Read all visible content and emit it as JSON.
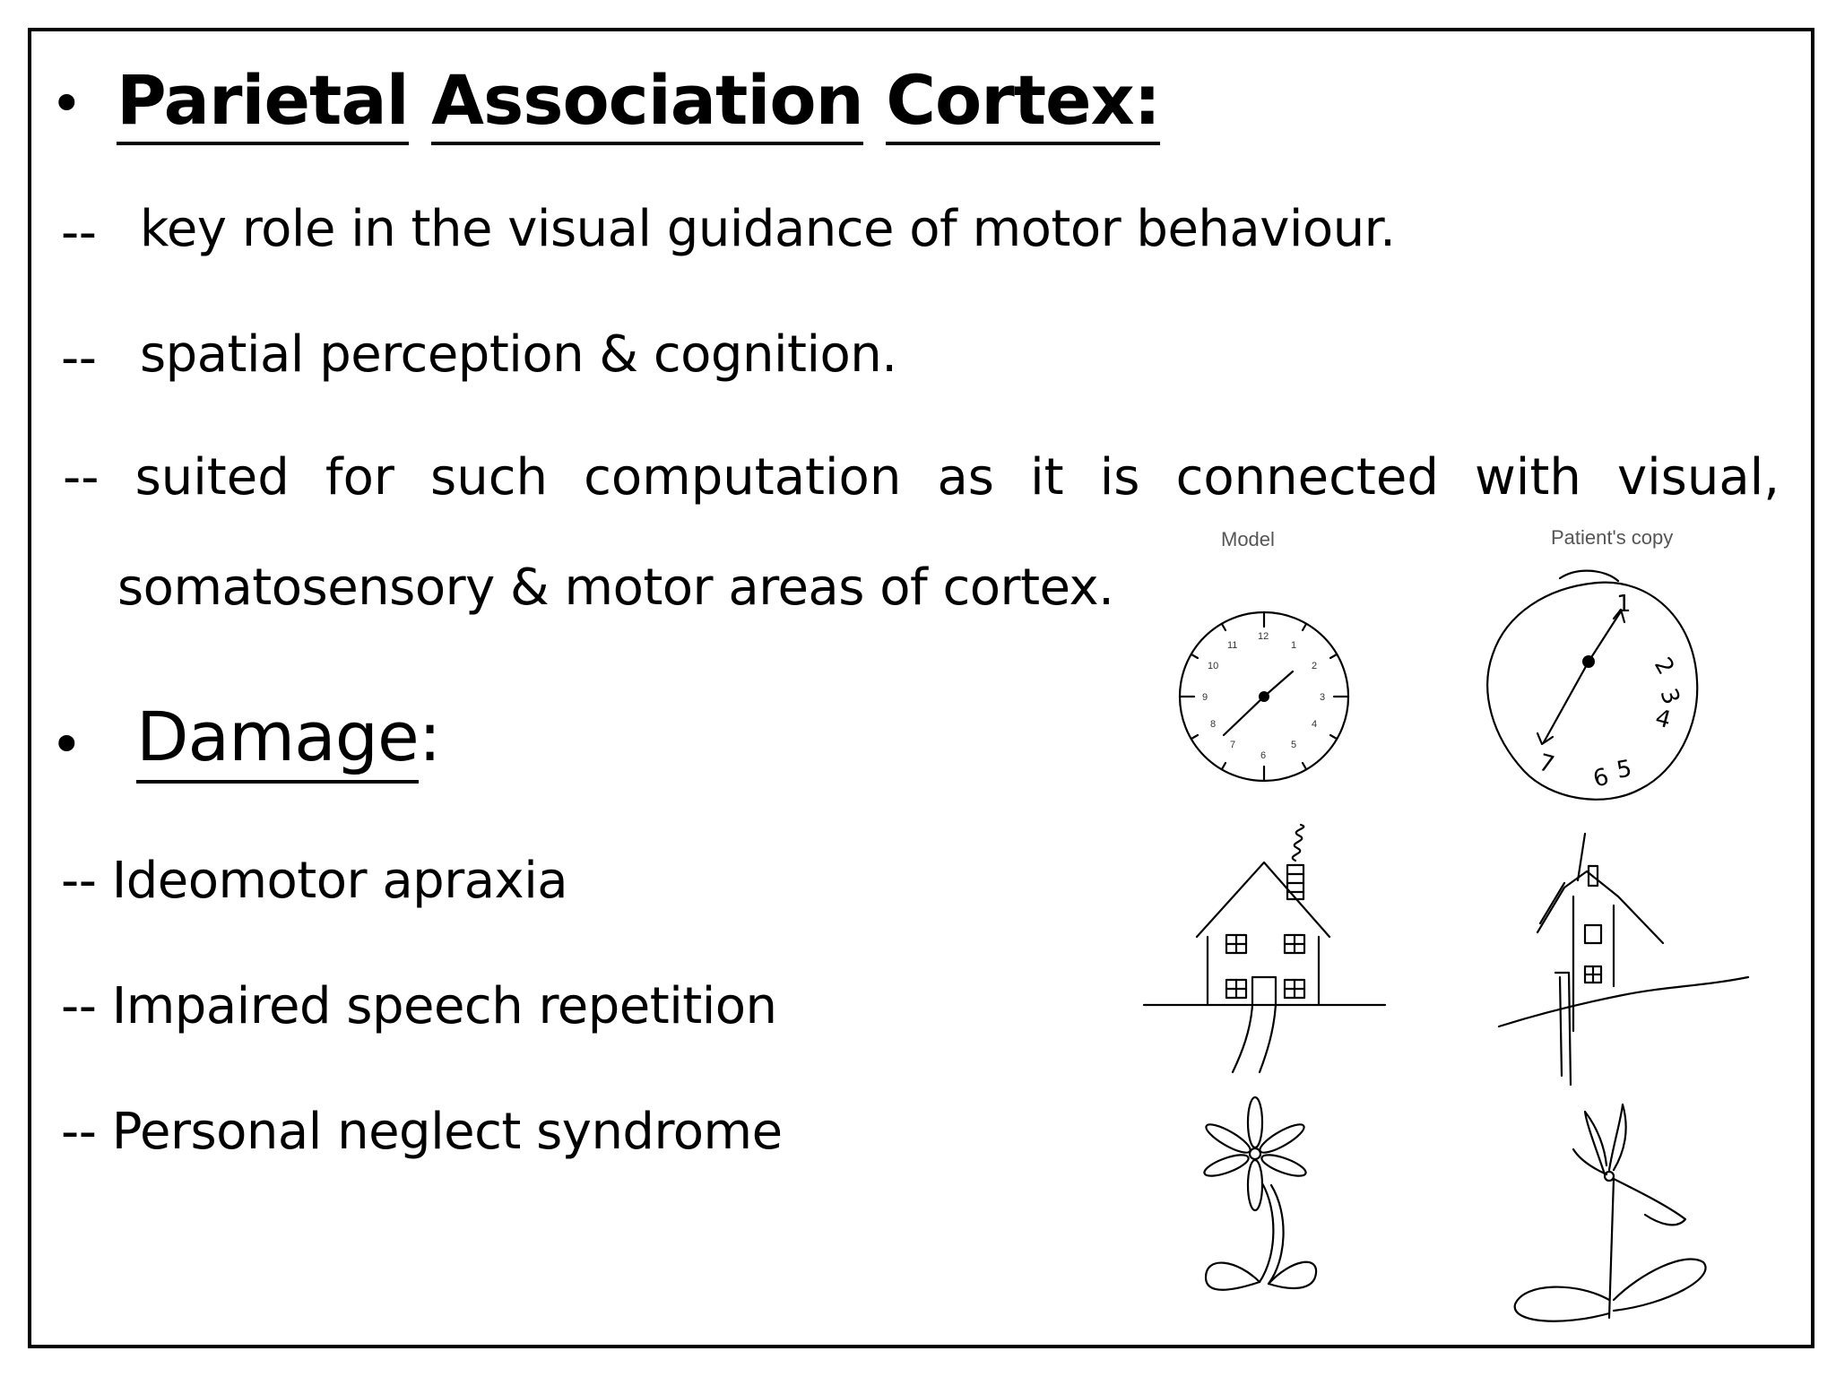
{
  "heading1": {
    "bullet": "•",
    "words": [
      "Parietal",
      "Association",
      "Cortex:"
    ]
  },
  "lines": [
    {
      "prefix": "--",
      "text": "key role in the visual guidance of motor behaviour."
    },
    {
      "prefix": "--",
      "text": "spatial perception & cognition."
    }
  ],
  "justified_line": [
    "--",
    "suited",
    "for",
    "such",
    "computation",
    "as",
    "it",
    "is",
    "connected",
    "with",
    "visual,"
  ],
  "continuation": "somatosensory & motor areas of cortex.",
  "heading2": {
    "bullet": "•",
    "word": "Damage",
    "colon": ":"
  },
  "damage_items": [
    "-- Ideomotor apraxia",
    "-- Impaired speech repetition",
    "-- Personal neglect syndrome"
  ],
  "figure": {
    "model_label": "Model",
    "patient_label": "Patient's copy",
    "clock_numbers": [
      "12",
      "1",
      "2",
      "3",
      "4",
      "5",
      "6",
      "7",
      "8",
      "9",
      "10",
      "11"
    ],
    "patient_numbers": [
      "1",
      "2",
      "3",
      "4",
      "6",
      "5",
      "7"
    ]
  }
}
